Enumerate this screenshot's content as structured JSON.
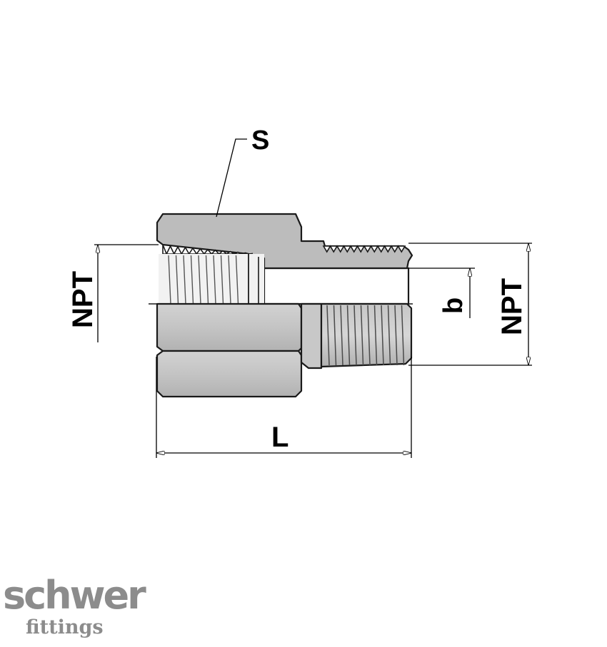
{
  "drawing": {
    "labels": {
      "hex_size": "S",
      "female_thread": "NPT",
      "male_thread": "NPT",
      "bore": "b",
      "length": "L"
    }
  },
  "brand": {
    "name_top": "schwer",
    "name_bottom": "fittings",
    "color": "#8c8c8c"
  },
  "colors": {
    "body_fill": "#bcbcbc",
    "outline": "#1a1a1a"
  }
}
